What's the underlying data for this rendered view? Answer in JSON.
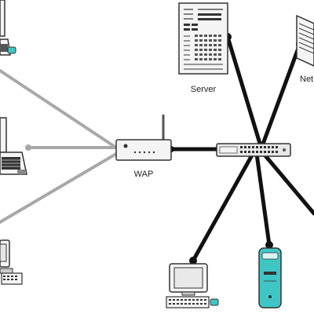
{
  "labels": {
    "server": "Server",
    "network": "Net",
    "wap": "WAP"
  },
  "colors": {
    "wireless_link": "#a8a8a8",
    "wired_link": "#111111",
    "device_frame": "#333333",
    "device_body": "#f4f4f4",
    "tower_accent": "#3fc6c4"
  },
  "devices": [
    {
      "name": "laptop-top-left-icon"
    },
    {
      "name": "laptop-middle-left-icon"
    },
    {
      "name": "desktop-bottom-left-icon"
    },
    {
      "name": "wap-icon"
    },
    {
      "name": "network-switch-icon"
    },
    {
      "name": "server-icon"
    },
    {
      "name": "network-device-icon"
    },
    {
      "name": "workstation-bottom-icon"
    },
    {
      "name": "tower-pc-icon"
    }
  ]
}
